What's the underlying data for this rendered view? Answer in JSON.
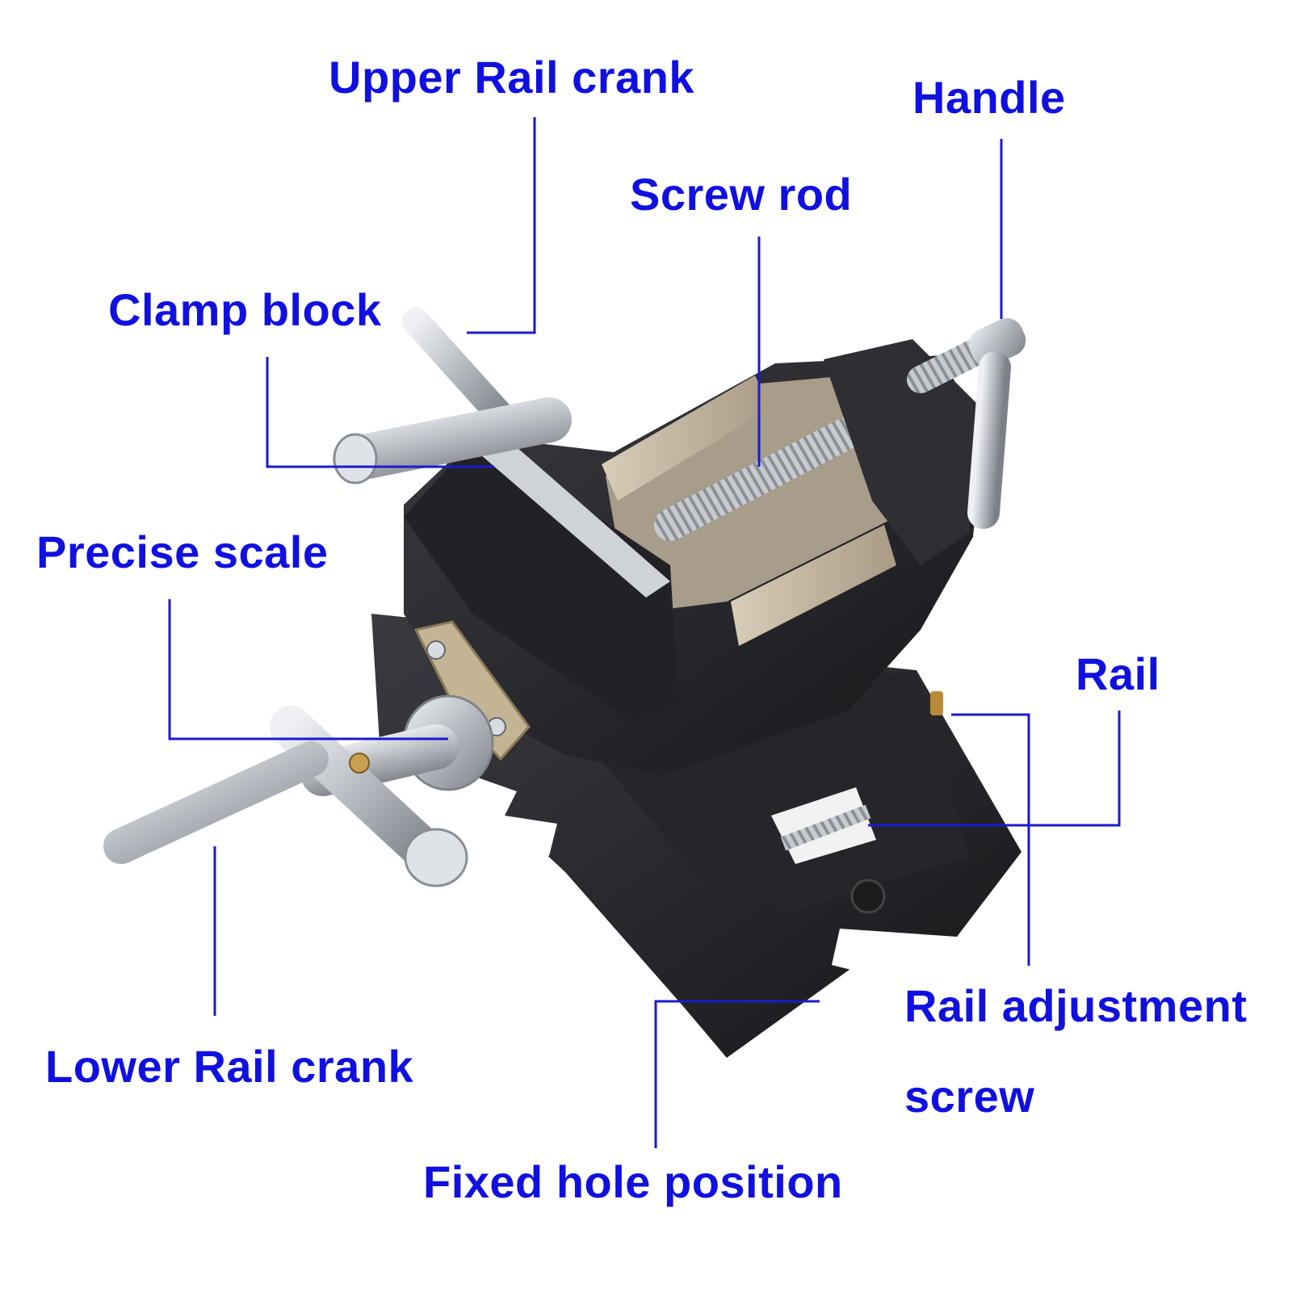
{
  "labels": {
    "upper_rail_crank": "Upper Rail crank",
    "handle": "Handle",
    "screw_rod": "Screw rod",
    "clamp_block": "Clamp block",
    "precise_scale": "Precise scale",
    "rail": "Rail",
    "rail_adjustment_screw_line1": "Rail adjustment",
    "rail_adjustment_screw_line2": "screw",
    "lower_rail_crank": "Lower Rail crank",
    "fixed_hole_position": "Fixed hole position"
  },
  "colors": {
    "label_text": "#1010e0",
    "leader_line": "#1a1ad0",
    "vise_body": "#2a2a2e",
    "steel": "#b8bcc2",
    "jaw_plate": "#c9b9a0",
    "background": "#ffffff"
  }
}
